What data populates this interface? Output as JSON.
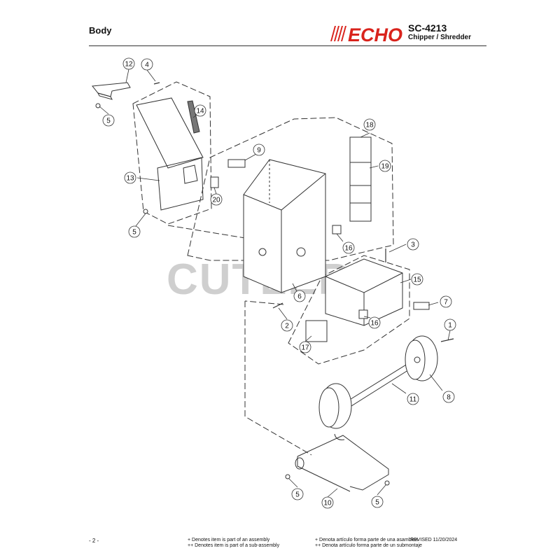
{
  "header": {
    "title": "Body",
    "brand": "ECHO",
    "model": "SC-4213",
    "subtitle": "Chipper / Shredder"
  },
  "watermark": "CUTLERS",
  "callouts": [
    "12",
    "4",
    "5",
    "14",
    "13",
    "5",
    "9",
    "20",
    "18",
    "19",
    "16",
    "3",
    "15",
    "6",
    "7",
    "2",
    "16",
    "17",
    "1",
    "11",
    "8",
    "5",
    "10",
    "5"
  ],
  "footer": {
    "page": "- 2 -",
    "note_en_1": "+ Denotes item is part of an assembly",
    "note_en_2": "++ Denotes item is part of a sub-assembly",
    "note_es_1": "+ Denota artículo forma parte de una asamblea",
    "note_es_2": "++ Denota artículo forma parte de un submontaje",
    "revised": "REVISED 11/20/2024"
  },
  "colors": {
    "brand": "#d9231c",
    "line": "#333333",
    "watermark": "#cfcfcf"
  }
}
